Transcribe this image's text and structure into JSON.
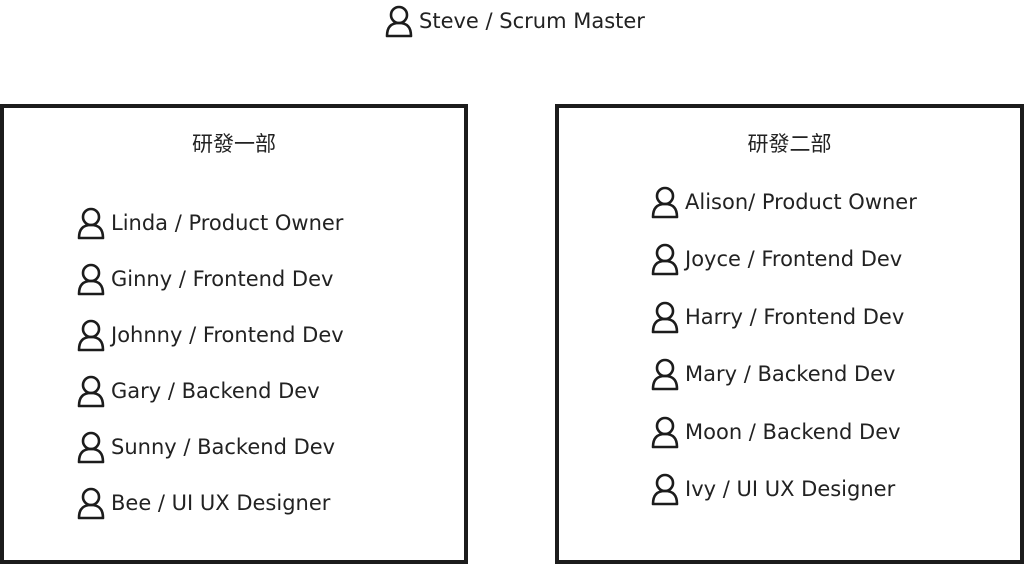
{
  "scrum_master": {
    "label": "Steve / Scrum Master",
    "icon": "person-icon"
  },
  "departments": [
    {
      "title": "研發一部",
      "members": [
        {
          "label": "Linda / Product Owner",
          "icon": "person-icon"
        },
        {
          "label": "Ginny / Frontend Dev",
          "icon": "person-icon"
        },
        {
          "label": "Johnny / Frontend Dev",
          "icon": "person-icon"
        },
        {
          "label": "Gary / Backend Dev",
          "icon": "person-icon"
        },
        {
          "label": "Sunny / Backend Dev",
          "icon": "person-icon"
        },
        {
          "label": "Bee / UI UX Designer",
          "icon": "person-icon"
        }
      ]
    },
    {
      "title": "研發二部",
      "members": [
        {
          "label": "Alison/ Product Owner",
          "icon": "person-icon"
        },
        {
          "label": "Joyce / Frontend Dev",
          "icon": "person-icon"
        },
        {
          "label": "Harry / Frontend Dev",
          "icon": "person-icon"
        },
        {
          "label": "Mary / Backend Dev",
          "icon": "person-icon"
        },
        {
          "label": "Moon / Backend Dev",
          "icon": "person-icon"
        },
        {
          "label": "Ivy / UI UX Designer",
          "icon": "person-icon"
        }
      ]
    }
  ],
  "colors": {
    "stroke": "#1c1c1c",
    "text": "#222222",
    "background": "#ffffff"
  }
}
